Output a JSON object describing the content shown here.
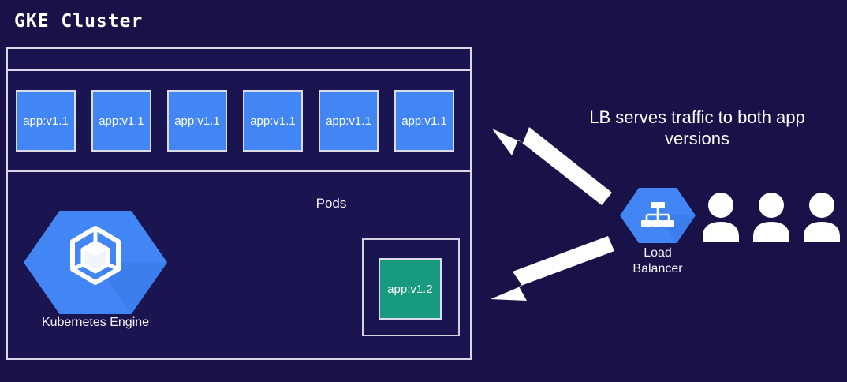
{
  "colors": {
    "background": "#191249",
    "cluster_fill": "#1a1450",
    "border": "#d8d8e8",
    "pod_v11": "#4285f4",
    "pod_v12": "#189a7e",
    "hex_blue": "#4285f4",
    "hex_blue_dark": "#3b78e7",
    "arrow": "#ffffff",
    "text": "#ffffff"
  },
  "cluster": {
    "title": "GKE Cluster",
    "pods_label": "Pods",
    "pods_v11": [
      {
        "label": "app:v1.1"
      },
      {
        "label": "app:v1.1"
      },
      {
        "label": "app:v1.1"
      },
      {
        "label": "app:v1.1"
      },
      {
        "label": "app:v1.1"
      },
      {
        "label": "app:v1.1"
      }
    ],
    "pod_v12": {
      "label": "app:v1.2"
    },
    "gke_node": {
      "label": "Kubernetes Engine",
      "icon": "kubernetes-engine-hexagon-icon"
    }
  },
  "annotation": {
    "line1": "LB serves traffic to both app",
    "line2": "versions"
  },
  "load_balancer": {
    "label_line1": "Load",
    "label_line2": "Balancer",
    "icon": "load-balancer-hexagon-icon"
  },
  "users": {
    "count": 3,
    "icon": "user-icon"
  },
  "arrows": [
    {
      "name": "arrow-lb-to-v11-pods",
      "direction": "up-left"
    },
    {
      "name": "arrow-lb-to-v12-pod",
      "direction": "down-left"
    }
  ]
}
